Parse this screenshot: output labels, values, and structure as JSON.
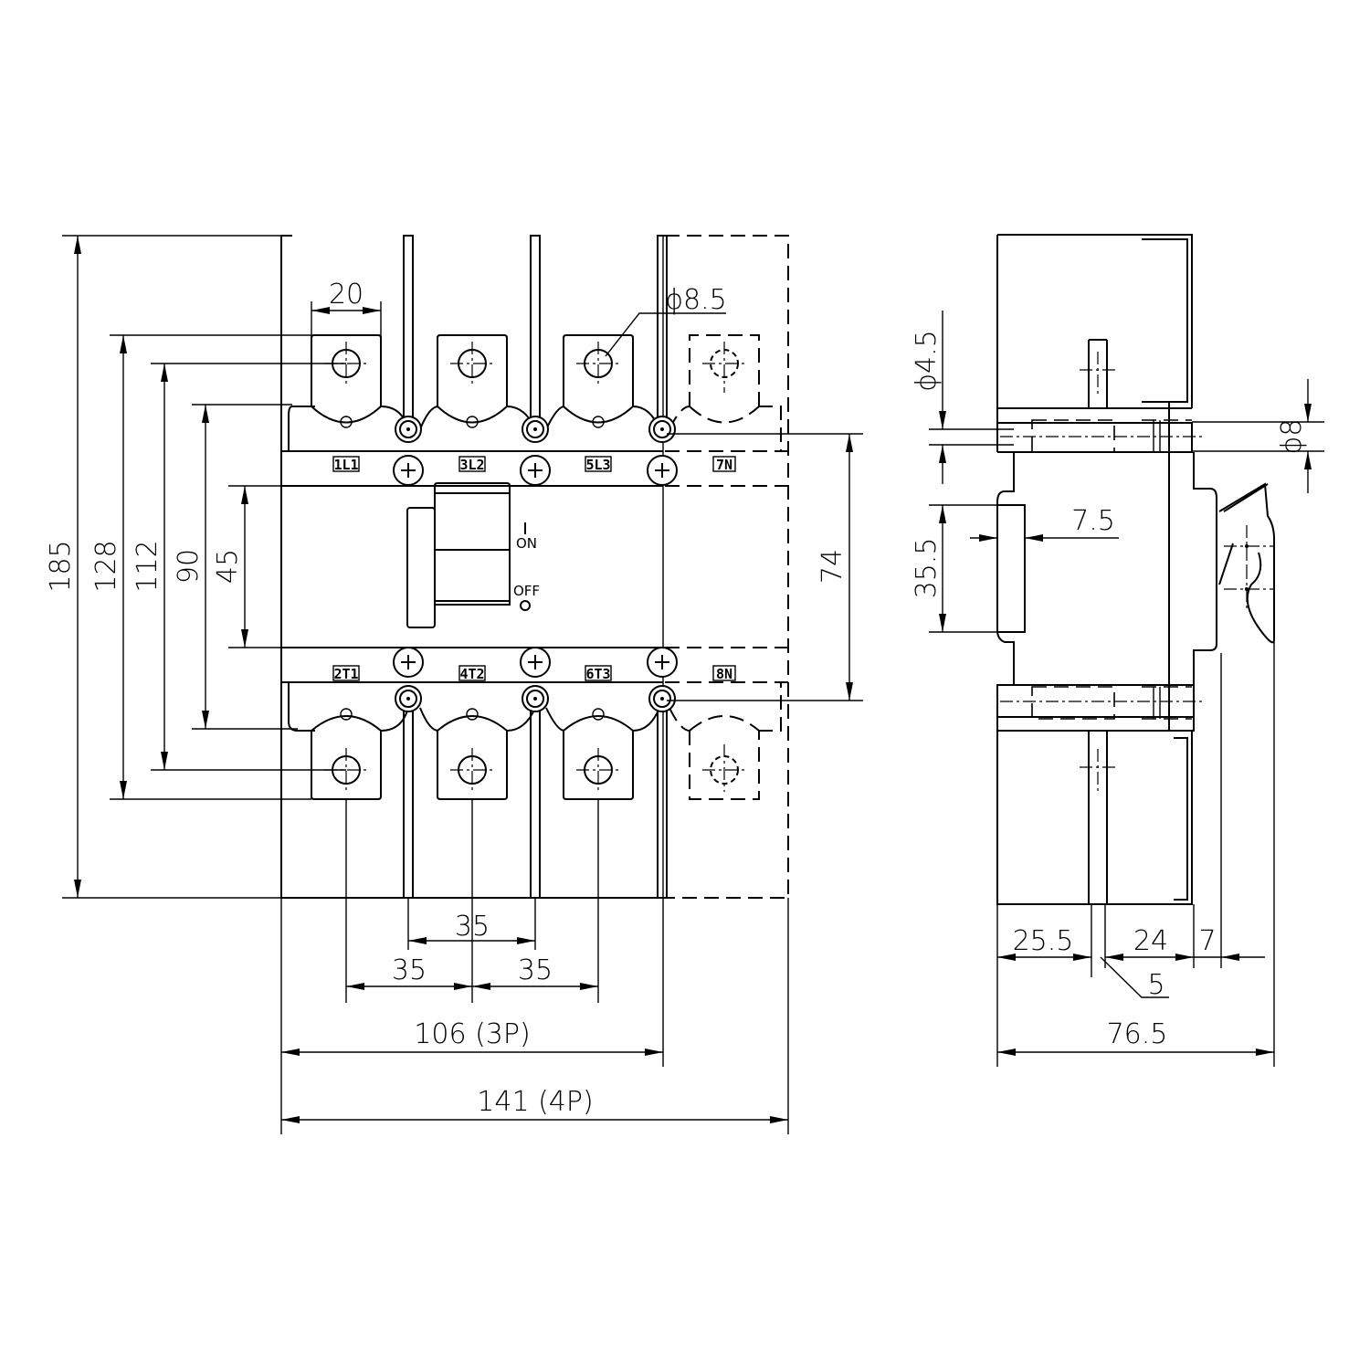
{
  "front_view": {
    "terminal_labels_top": [
      "1L1",
      "3L2",
      "5L3",
      "7N"
    ],
    "terminal_labels_bottom": [
      "2T1",
      "4T2",
      "6T3",
      "8N"
    ],
    "handle_on": "ON",
    "handle_off": "OFF",
    "dims": {
      "height_total": "185",
      "tab_outer": "128",
      "hole_pitch": "112",
      "body_90": "90",
      "handle_45": "45",
      "screw_74": "74",
      "tab_width": "20",
      "hole_dia": "ϕ8.5",
      "pole_pitch_top": "35",
      "pole_pitch_1": "35",
      "pole_pitch_2": "35",
      "width_3p": "106 (3P)",
      "width_4p": "141 (4P)"
    }
  },
  "side_view": {
    "dims": {
      "screw_dia": "ϕ4.5",
      "bolt_dia": "ϕ8",
      "din_35_5": "35.5",
      "din_7_5": "7.5",
      "d_25_5": "25.5",
      "d_24": "24",
      "d_7": "7",
      "d_5": "5",
      "depth_total": "76.5"
    }
  }
}
